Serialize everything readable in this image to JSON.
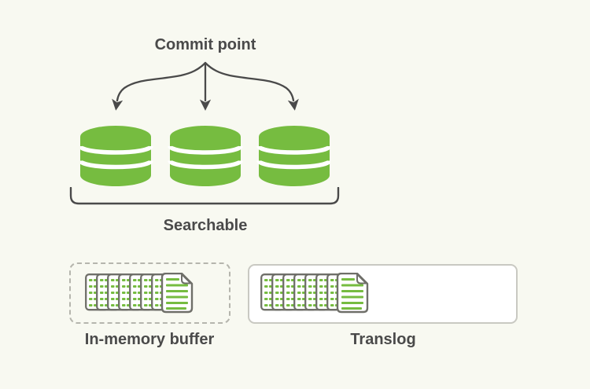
{
  "diagram": {
    "title_label": "Commit point",
    "bracket_label": "Searchable",
    "segments": {
      "icon": "database-cylinder-icon",
      "count": 3
    },
    "arrows": {
      "icon": "fan-out-arrows-icon",
      "count": 3,
      "direction": "down"
    },
    "boxes": [
      {
        "label": "In-memory buffer",
        "border_style": "dashed",
        "icon": "document-stack-icon"
      },
      {
        "label": "Translog",
        "border_style": "solid",
        "icon": "document-stack-icon"
      }
    ],
    "colors": {
      "background": "#f8f9f1",
      "segment_green": "#76bc40",
      "dark_gray": "#4a4a4a",
      "page_border": "#6f6f69",
      "dashed_border": "#b5b5ad",
      "solid_border": "#c9c9c2"
    }
  }
}
